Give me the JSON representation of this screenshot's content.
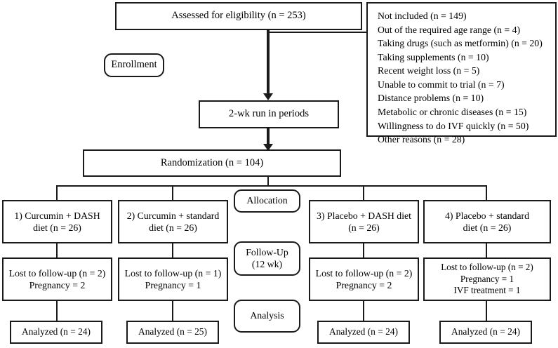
{
  "diagram": {
    "title": "CONSORT participant flow diagram",
    "colors": {
      "stroke": "#1a1a1a",
      "background": "#ffffff",
      "text": "#000000"
    }
  },
  "enrollment": {
    "stage_label": "Enrollment",
    "assessed": "Assessed for eligibility (n = 253)",
    "run_in": "2-wk run in periods",
    "randomization": "Randomization (n = 104)",
    "exclusions": [
      "Not included (n = 149)",
      "Out of the required age range (n = 4)",
      "Taking drugs (such as metformin) (n = 20)",
      "Taking supplements (n = 10)",
      "Recent weight loss (n = 5)",
      "Unable to commit to trial (n = 7)",
      "Distance problems (n = 10)",
      "Metabolic or chronic diseases (n = 15)",
      "Willingness to do IVF quickly (n = 50)",
      "Other reasons (n = 28)"
    ]
  },
  "stages": {
    "allocation_label": "Allocation",
    "followup_label": "Follow-Up\n(12 wk)",
    "analysis_label": "Analysis"
  },
  "arms": [
    {
      "allocation": "1) Curcumin + DASH\ndiet (n = 26)",
      "followup": "Lost to follow-up (n = 2)\nPregnancy = 2",
      "analysis": "Analyzed (n = 24)"
    },
    {
      "allocation": "2) Curcumin + standard\ndiet (n = 26)",
      "followup": "Lost to follow-up (n = 1)\nPregnancy = 1",
      "analysis": "Analyzed (n = 25)"
    },
    {
      "allocation": "3) Placebo + DASH diet\n(n = 26)",
      "followup": "Lost to follow-up (n = 2)\nPregnancy = 2",
      "analysis": "Analyzed (n = 24)"
    },
    {
      "allocation": "4) Placebo + standard\ndiet (n = 26)",
      "followup": "Lost to follow-up (n = 2)\nPregnancy = 1\nIVF treatment = 1",
      "analysis": "Analyzed (n = 24)"
    }
  ]
}
